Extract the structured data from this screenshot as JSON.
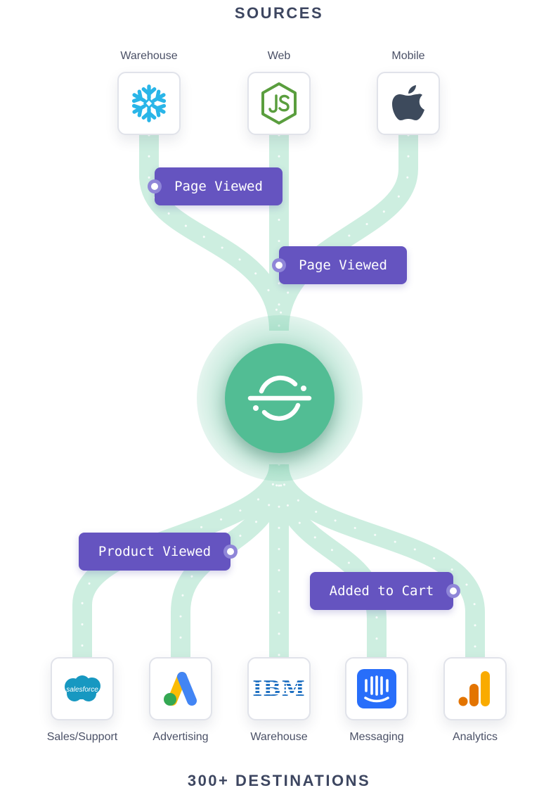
{
  "sources_heading": "SOURCES",
  "destinations_heading": "300+ DESTINATIONS",
  "sources": [
    {
      "label": "Warehouse",
      "icon": "snowflake-icon"
    },
    {
      "label": "Web",
      "icon": "nodejs-icon"
    },
    {
      "label": "Mobile",
      "icon": "apple-icon"
    }
  ],
  "destinations": [
    {
      "label": "Sales/Support",
      "icon": "salesforce-icon",
      "logo_text": "salesforce"
    },
    {
      "label": "Advertising",
      "icon": "google-ads-icon"
    },
    {
      "label": "Warehouse",
      "icon": "ibm-icon",
      "logo_text": "IBM"
    },
    {
      "label": "Messaging",
      "icon": "intercom-icon"
    },
    {
      "label": "Analytics",
      "icon": "google-analytics-icon"
    }
  ],
  "events": [
    {
      "label": "Page Viewed"
    },
    {
      "label": "Page Viewed"
    },
    {
      "label": "Product Viewed"
    },
    {
      "label": "Added to Cart"
    }
  ],
  "hub": {
    "icon": "segment-logo-icon"
  },
  "colors": {
    "flow": "#cdeee0",
    "flow_dots": "#ffffff",
    "hub": "#52bd94",
    "event": "#6554c0",
    "heading": "#3d4660"
  }
}
